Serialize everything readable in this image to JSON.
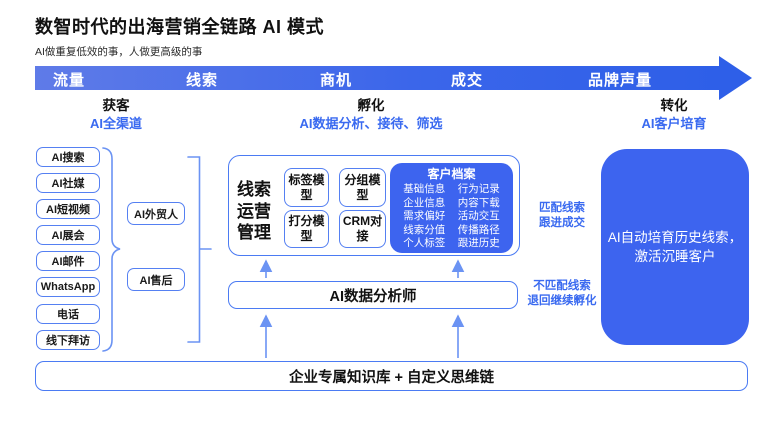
{
  "title": "数智时代的出海营销全链路 AI 模式",
  "subtitle": "AI做重复低效的事，人做更高级的事",
  "funnel_banner": {
    "stages": [
      "流量",
      "线索",
      "商机",
      "成交",
      "品牌声量"
    ]
  },
  "sections": {
    "acquisition": {
      "title": "获客",
      "subtitle": "AI全渠道"
    },
    "incubation": {
      "title": "孵化",
      "subtitle": "AI数据分析、接待、筛选"
    },
    "conversion": {
      "title": "转化",
      "subtitle": "AI客户培育"
    }
  },
  "channels": [
    "AI搜索",
    "AI社媒",
    "AI短视频",
    "AI展会",
    "AI邮件",
    "WhatsApp",
    "电话",
    "线下拜访"
  ],
  "ai_roles": [
    "AI外贸人",
    "AI售后"
  ],
  "lead_ops": {
    "label_lines": [
      "线索",
      "运营",
      "管理"
    ],
    "models": [
      "标签模型",
      "分组模型",
      "打分模型",
      "CRM对接"
    ],
    "profile": {
      "title": "客户档案",
      "items": [
        "基础信息",
        "行为记录",
        "企业信息",
        "内容下载",
        "需求偏好",
        "活动交互",
        "线索分值",
        "传播路径",
        "个人标签",
        "跟进历史"
      ]
    }
  },
  "annotations": {
    "matched": "匹配线索\n跟进成交",
    "unmatched": "不匹配线索\n退回继续孵化"
  },
  "nurture_box": "AI自动培育历史线索，\n激活沉睡客户",
  "analyst_bar": "AI数据分析师",
  "knowledge_bar": "企业专属知识库 + 自定义思维链",
  "colors": {
    "primary_blue": "#3d64ef",
    "banner_gradient_from": "#5f7be8",
    "banner_gradient_to": "#2e5fe8",
    "border_blue": "#4b7bf3",
    "line_blue": "#6b93f3",
    "text_blue": "#3a6af0"
  }
}
